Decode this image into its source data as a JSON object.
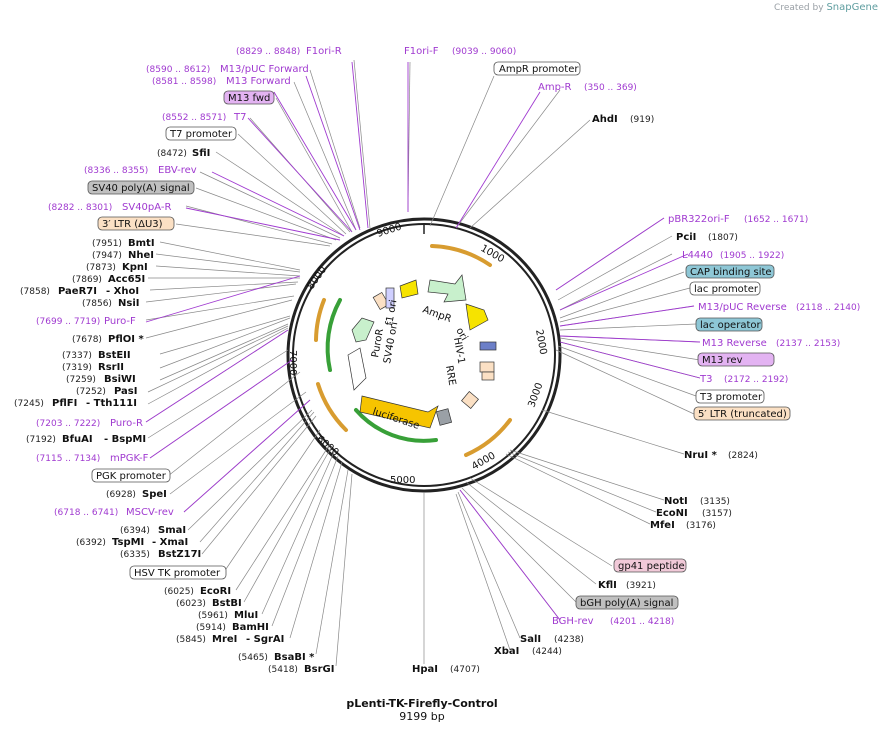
{
  "brand": {
    "created_by": "Created by",
    "name": "SnapGene"
  },
  "plasmid": {
    "name": "pLenti-TK-Firefly-Control",
    "size": "9199 bp"
  },
  "ticks": [
    "1000",
    "2000",
    "3000",
    "4000",
    "5000",
    "6000",
    "7000",
    "8000",
    "9000"
  ],
  "features": {
    "ampr": "AmpR",
    "ori": "ori",
    "f1ori": "f1 ori",
    "puror": "PuroR",
    "sv40ori": "SV40 ori",
    "hiv1": "HIV-1",
    "rre": "RRE",
    "luciferase": "luciferase"
  },
  "labels": {
    "f1ori_r": {
      "pos": "(8829 .. 8848)",
      "name": "F1ori-R"
    },
    "f1ori_f": {
      "name": "F1ori-F",
      "pos": "(9039 .. 9060)"
    },
    "ampr_promoter": {
      "name": "AmpR promoter"
    },
    "amp_r": {
      "name": "Amp-R",
      "pos": "(350 .. 369)"
    },
    "m13puc_fwd": {
      "pos": "(8590 .. 8612)",
      "name": "M13/pUC Forward"
    },
    "m13_forward": {
      "pos": "(8581 .. 8598)",
      "name": "M13 Forward"
    },
    "m13_fwd_box": {
      "name": "M13 fwd"
    },
    "t7": {
      "pos": "(8552 .. 8571)",
      "name": "T7"
    },
    "t7_promoter": {
      "name": "T7 promoter"
    },
    "sfii": {
      "pos": "(8472)",
      "name": "SfiI"
    },
    "ebv_rev": {
      "pos": "(8336 .. 8355)",
      "name": "EBV-rev"
    },
    "sv40_polya": {
      "name": "SV40 poly(A) signal"
    },
    "sv40pa_r": {
      "pos": "(8282 .. 8301)",
      "name": "SV40pA-R"
    },
    "ltr3": {
      "name": "3′ LTR (ΔU3)"
    },
    "bmti": {
      "pos": "(7951)",
      "name": "BmtI"
    },
    "nhei": {
      "pos": "(7947)",
      "name": "NheI"
    },
    "kpni": {
      "pos": "(7873)",
      "name": "KpnI"
    },
    "acc65i": {
      "pos": "(7869)",
      "name": "Acc65I"
    },
    "paer7i": {
      "pos": "(7858)",
      "name": "PaeR7I",
      "extra": "- XhoI"
    },
    "nsii": {
      "pos": "(7856)",
      "name": "NsiI"
    },
    "puro_f": {
      "pos": "(7699 .. 7719)",
      "name": "Puro-F"
    },
    "pfloi": {
      "pos": "(7678)",
      "name": "PflOI *"
    },
    "bsteii": {
      "pos": "(7337)",
      "name": "BstEII"
    },
    "rsrii": {
      "pos": "(7319)",
      "name": "RsrII"
    },
    "bsiwi": {
      "pos": "(7259)",
      "name": "BsiWI"
    },
    "pasi": {
      "pos": "(7252)",
      "name": "PasI"
    },
    "pflfi": {
      "pos": "(7245)",
      "name": "PflFI",
      "extra": "- Tth111I"
    },
    "puro_r": {
      "pos": "(7203 .. 7222)",
      "name": "Puro-R"
    },
    "bfuai": {
      "pos": "(7192)",
      "name": "BfuAI",
      "extra": "- BspMI"
    },
    "mpgk_f": {
      "pos": "(7115 .. 7134)",
      "name": "mPGK-F"
    },
    "pgk_promoter": {
      "name": "PGK promoter"
    },
    "spei": {
      "pos": "(6928)",
      "name": "SpeI"
    },
    "mscv_rev": {
      "pos": "(6718 .. 6741)",
      "name": "MSCV-rev"
    },
    "smai": {
      "pos": "(6394)",
      "name": "SmaI"
    },
    "tspmi": {
      "pos": "(6392)",
      "name": "TspMI",
      "extra": "- XmaI"
    },
    "bstz17i": {
      "pos": "(6335)",
      "name": "BstZ17I"
    },
    "hsv_tk": {
      "name": "HSV TK promoter"
    },
    "ecori": {
      "pos": "(6025)",
      "name": "EcoRI"
    },
    "bstbi": {
      "pos": "(6023)",
      "name": "BstBI"
    },
    "mlui": {
      "pos": "(5961)",
      "name": "MluI"
    },
    "bamhi": {
      "pos": "(5914)",
      "name": "BamHI"
    },
    "mrei": {
      "pos": "(5845)",
      "name": "MreI",
      "extra": "- SgrAI"
    },
    "bsabi": {
      "pos": "(5465)",
      "name": "BsaBI *"
    },
    "bsrgi": {
      "pos": "(5418)",
      "name": "BsrGI"
    },
    "hpai": {
      "name": "HpaI",
      "pos": "(4707)"
    },
    "ahdi": {
      "name": "AhdI",
      "pos": "(919)"
    },
    "pbr322ori_f": {
      "name": "pBR322ori-F",
      "pos": "(1652 .. 1671)"
    },
    "pcii": {
      "name": "PciI",
      "pos": "(1807)"
    },
    "l4440": {
      "name": "L4440",
      "pos": "(1905 .. 1922)"
    },
    "cap": {
      "name": "CAP binding site"
    },
    "lac_promoter": {
      "name": "lac promoter"
    },
    "m13puc_rev": {
      "name": "M13/pUC Reverse",
      "pos": "(2118 .. 2140)"
    },
    "lac_operator": {
      "name": "lac operator"
    },
    "m13_reverse": {
      "name": "M13 Reverse",
      "pos": "(2137 .. 2153)"
    },
    "m13_rev_box": {
      "name": "M13 rev"
    },
    "t3": {
      "name": "T3",
      "pos": "(2172 .. 2192)"
    },
    "t3_promoter": {
      "name": "T3 promoter"
    },
    "ltr5": {
      "name": "5′ LTR (truncated)"
    },
    "nrui": {
      "name": "NruI *",
      "pos": "(2824)"
    },
    "noti": {
      "name": "NotI",
      "pos": "(3135)"
    },
    "econi": {
      "name": "EcoNI",
      "pos": "(3157)"
    },
    "mfei": {
      "name": "MfeI",
      "pos": "(3176)"
    },
    "gp41": {
      "name": "gp41 peptide"
    },
    "kfli": {
      "name": "KflI",
      "pos": "(3921)"
    },
    "bgh_polya": {
      "name": "bGH poly(A) signal"
    },
    "bgh_rev": {
      "name": "BGH-rev",
      "pos": "(4201 .. 4218)"
    },
    "sali": {
      "name": "SalI",
      "pos": "(4238)"
    },
    "xbai": {
      "name": "XbaI",
      "pos": "(4244)"
    }
  },
  "colors": {
    "purple": "#a03ad0",
    "promoter_fill": "#ffffff",
    "polya_fill": "#c0c0c0",
    "ltr_fill": "#fbe0c4",
    "primer_box_fill": "#e3b3f2",
    "blue_box_fill": "#8ec7d6",
    "gp41_fill": "#f1c9d8"
  }
}
